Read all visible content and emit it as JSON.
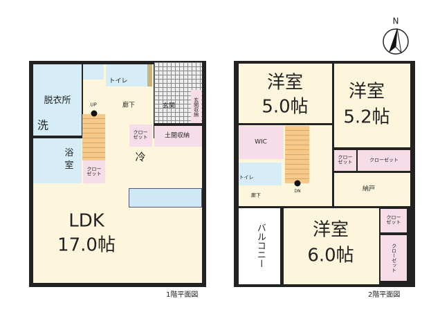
{
  "floor1": {
    "caption": "1階平面図",
    "rooms": {
      "dressing": "脱衣所",
      "washer": "洗",
      "bath_1": "浴",
      "bath_2": "室",
      "toilet": "トイレ",
      "hall": "廊下",
      "up": "UP",
      "entrance": "玄関",
      "entrance_storage": "玄関収納",
      "closet_a": "クロー\nゼット",
      "doma_storage": "土間収納",
      "closet_b": "クロー\nゼット",
      "fridge": "冷",
      "ldk": "LDK",
      "ldk_size": "17.0帖"
    }
  },
  "floor2": {
    "caption": "2階平面図",
    "rooms": {
      "western_a": "洋室",
      "western_a_size": "5.0帖",
      "western_b": "洋室",
      "western_b_size": "5.2帖",
      "wic": "WIC",
      "toilet": "トイレ",
      "hall": "廊下",
      "dn": "DN",
      "closet_a": "クロー\nゼット",
      "closet_b": "クローゼット",
      "storeroom": "納戸",
      "balcony": "バルコニー",
      "western_c": "洋室",
      "western_c_size": "6.0帖",
      "closet_c": "クロー\nゼット",
      "closet_d": "クローゼット"
    }
  },
  "compass": {
    "label": "N"
  }
}
